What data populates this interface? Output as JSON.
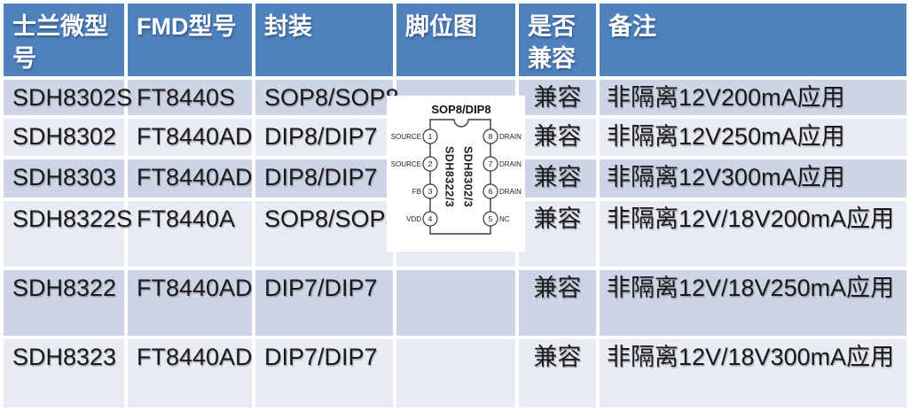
{
  "colors": {
    "header_bg": "#4F81BD",
    "band_dark": "#CDD4E6",
    "band_light": "#E9EBF4",
    "header_text": "#FFFFFF",
    "body_text": "#1A1A1A"
  },
  "table": {
    "headers": [
      "士兰微型号",
      "FMD型号",
      "封装",
      "脚位图",
      "是否兼容",
      "备注"
    ],
    "rows": [
      {
        "silan_model": "SDH8302S",
        "fmd_model": "FT8440S",
        "package": "SOP8/SOP8",
        "pin_diagram": "",
        "compatible": "兼容",
        "remark": "非隔离12V200mA应用"
      },
      {
        "silan_model": "SDH8302",
        "fmd_model": "FT8440AD",
        "package": "DIP8/DIP7",
        "pin_diagram": "",
        "compatible": "兼容",
        "remark": "非隔离12V250mA应用"
      },
      {
        "silan_model": "SDH8303",
        "fmd_model": "FT8440AD",
        "package": "DIP8/DIP7",
        "pin_diagram": "",
        "compatible": "兼容",
        "remark": "非隔离12V300mA应用"
      },
      {
        "silan_model": "SDH8322S",
        "fmd_model": "FT8440A",
        "package": "SOP8/SOP8",
        "pin_diagram": "",
        "compatible": "兼容",
        "remark": "非隔离12V/18V200mA应用"
      },
      {
        "silan_model": "SDH8322",
        "fmd_model": "FT8440AD",
        "package": "DIP7/DIP7",
        "pin_diagram": "",
        "compatible": "兼容",
        "remark": "非隔离12V/18V250mA应用"
      },
      {
        "silan_model": "SDH8323",
        "fmd_model": "FT8440AD",
        "package": "DIP7/DIP7",
        "pin_diagram": "",
        "compatible": "兼容",
        "remark": "非隔离12V/18V300mA应用"
      }
    ]
  },
  "pin_diagram": {
    "title": "SOP8/DIP8",
    "left_pins": [
      {
        "num": "1",
        "label": "SOURCE"
      },
      {
        "num": "2",
        "label": "SOURCE"
      },
      {
        "num": "3",
        "label": "FB"
      },
      {
        "num": "4",
        "label": "VDD"
      }
    ],
    "right_pins": [
      {
        "num": "8",
        "label": "DRAIN"
      },
      {
        "num": "7",
        "label": "DRAIN"
      },
      {
        "num": "6",
        "label": "DRAIN"
      },
      {
        "num": "5",
        "label": "NC"
      }
    ],
    "chip_labels": [
      "SDH8322/3",
      "SDH8302/3"
    ]
  }
}
